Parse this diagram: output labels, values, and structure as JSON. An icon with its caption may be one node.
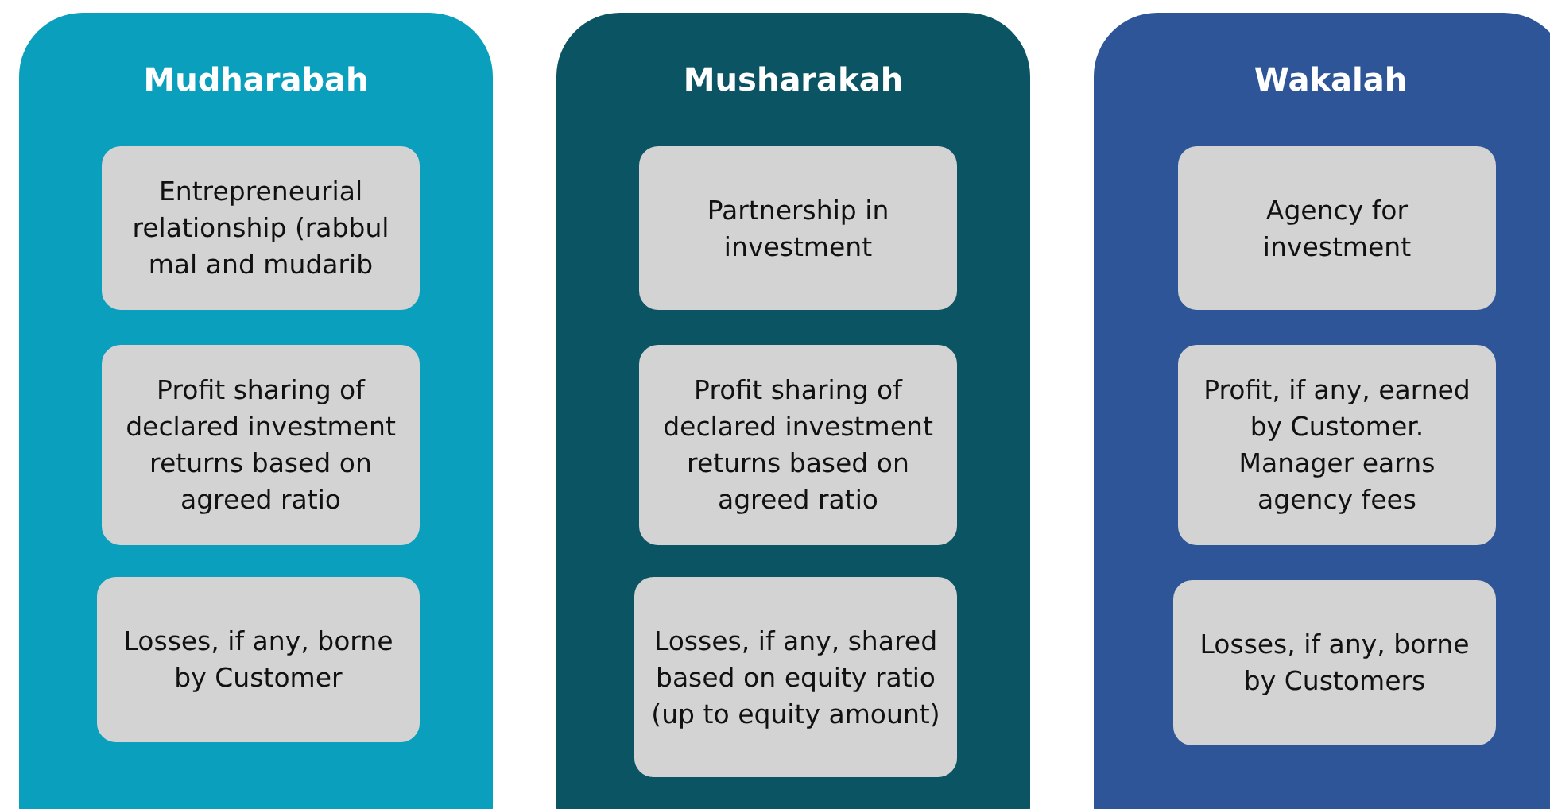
{
  "diagram": {
    "nodes": [
      {
        "text": [
          "Mudharabah"
        ]
      },
      {
        "text": [
          "Entrepreneurial relationship (rabbul mal and mudarib"
        ],
        "in": 0
      },
      {
        "text": [
          "Profit sharing of declared investment returns based on agreed ratio"
        ],
        "in": 0
      },
      {
        "text": [
          "Losses, if any, borne by Customer"
        ],
        "in": 0
      },
      {
        "text": [
          "Musharakah"
        ]
      },
      {
        "text": [
          "Partnership in investment"
        ],
        "in": 4
      },
      {
        "text": [
          "Profit sharing of declared investment returns based on agreed ratio"
        ],
        "in": 4
      },
      {
        "text": [
          "Losses, if any, shared based on equity ratio (up to equity amount)"
        ],
        "in": 4
      },
      {
        "text": [
          "Wakalah"
        ]
      },
      {
        "text": [
          "Agency for investment"
        ],
        "in": 8
      },
      {
        "text": [
          "Profit, if any, earned by Customer. Manager earns agency fees"
        ],
        "in": 8
      },
      {
        "text": [
          "Losses, if any, borne by Customers"
        ],
        "in": 8
      }
    ]
  }
}
